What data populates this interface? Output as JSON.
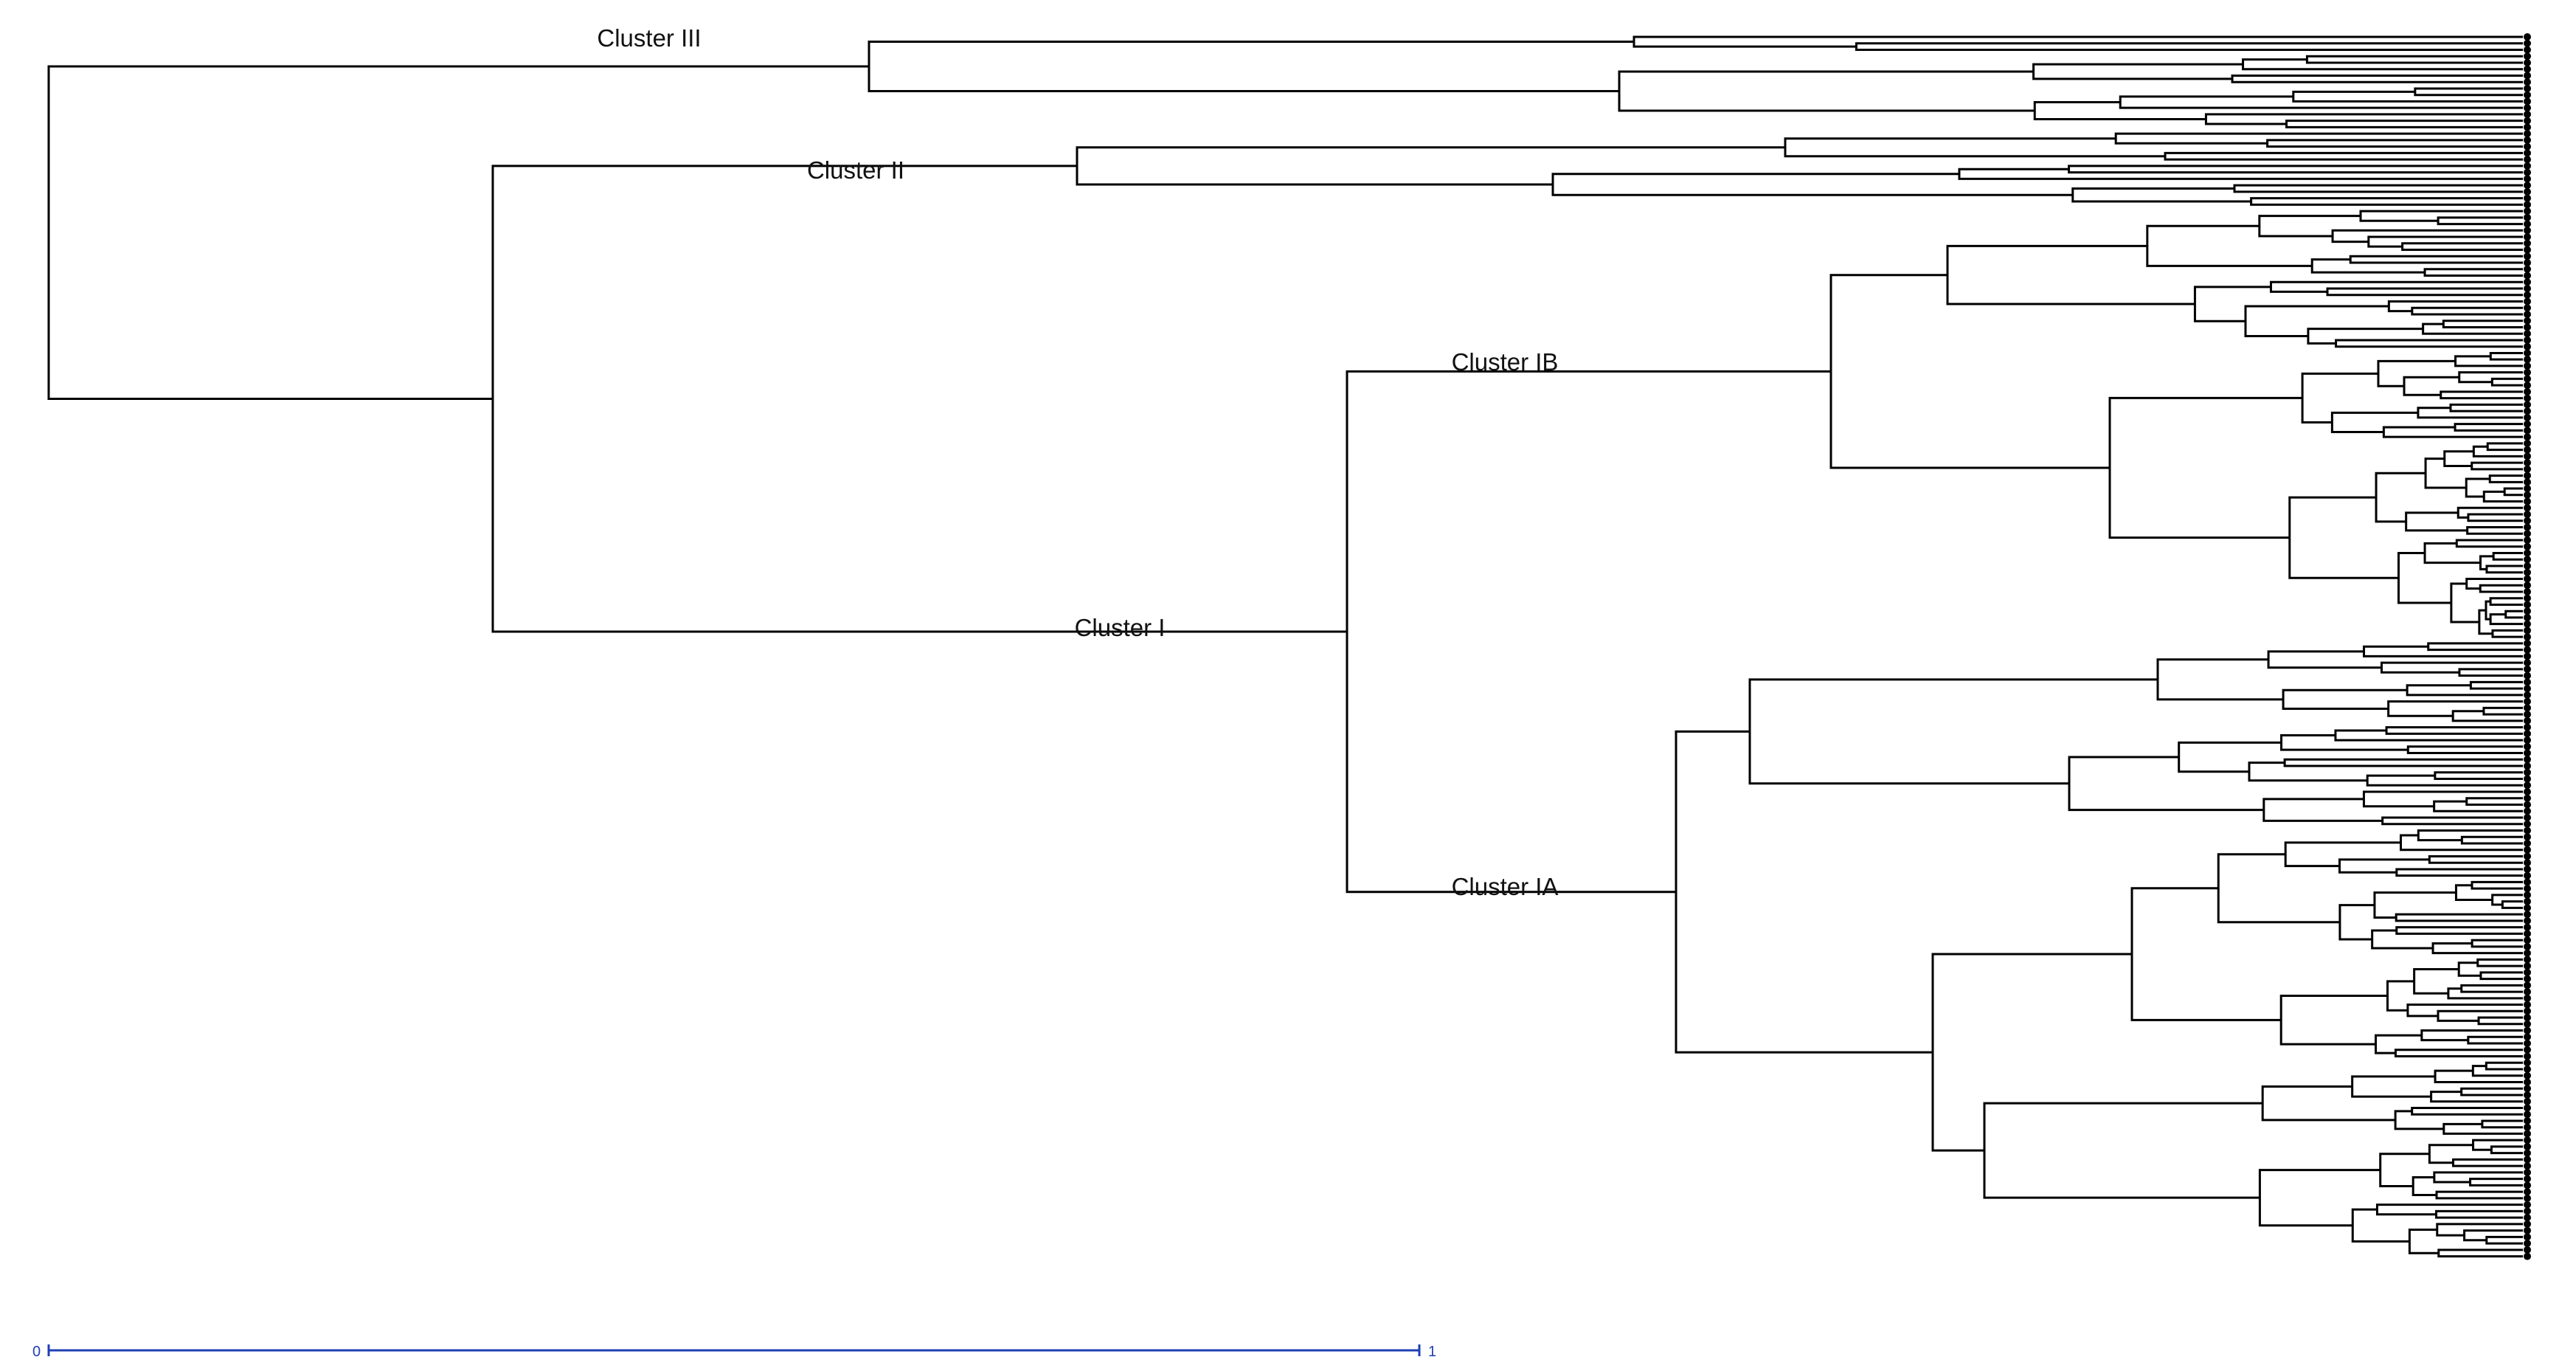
{
  "diagram": {
    "type": "dendrogram",
    "clusters": [
      {
        "id": "cluster-iii",
        "label": "Cluster III"
      },
      {
        "id": "cluster-ii",
        "label": "Cluster II"
      },
      {
        "id": "cluster-i",
        "label": "Cluster I"
      },
      {
        "id": "cluster-ib",
        "label": "Cluster IB"
      },
      {
        "id": "cluster-ia",
        "label": "Cluster IA"
      }
    ],
    "scale": {
      "min_label": "0",
      "max_label": "1"
    },
    "leaf_count": 200,
    "colors": {
      "line": "#000000",
      "scale": "#1f3fb5",
      "leaf_marker": "#000000"
    }
  }
}
